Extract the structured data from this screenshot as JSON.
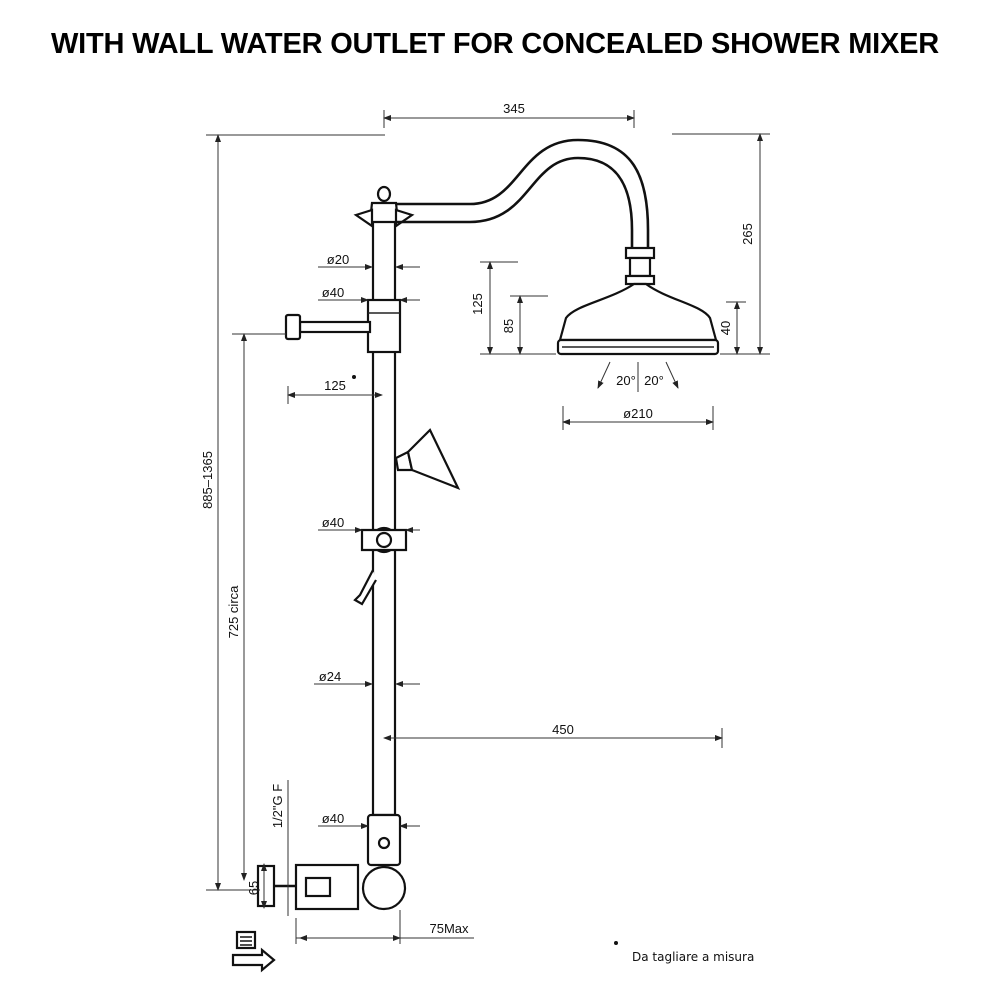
{
  "title": "WITH WALL WATER OUTLET FOR CONCEALED SHOWER MIXER",
  "dimensions": {
    "arm_length": "345",
    "head_height": "265",
    "diam_20": "ø20",
    "diam_40_top": "ø40",
    "dim_125_vertical": "125",
    "dim_85": "85",
    "dim_40": "40",
    "angle_left": "20°",
    "angle_right": "20°",
    "head_diameter": "ø210",
    "outlet_125": "125",
    "overall_height": "885–1365",
    "bar_length": "725 circa",
    "diam_40_mid": "ø40",
    "diam_24": "ø24",
    "offset_450": "450",
    "diam_40_bottom": "ø40",
    "thread": "1/2\"G F",
    "wall_65": "65",
    "depth_75": "75Max"
  },
  "note": "Da tagliare a misura"
}
